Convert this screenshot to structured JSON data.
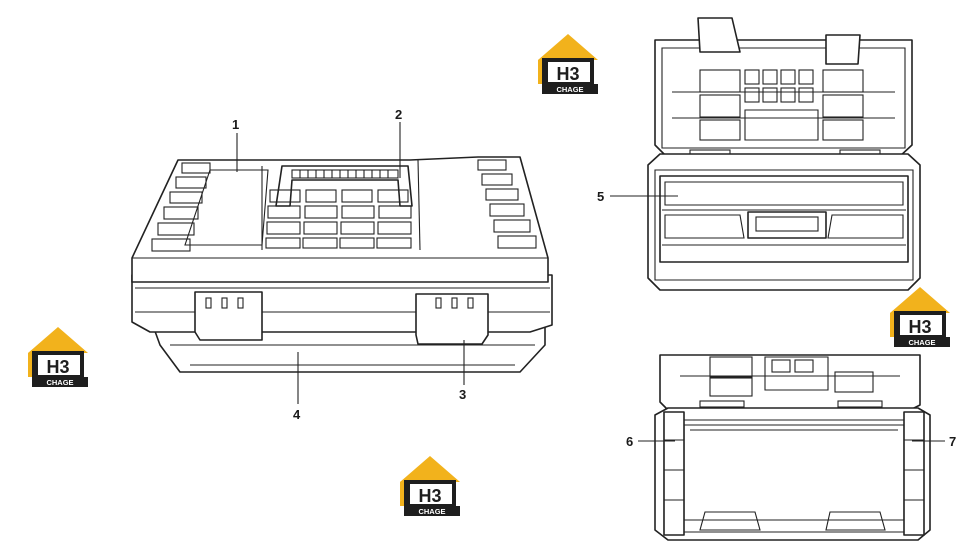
{
  "callouts": {
    "c1": "1",
    "c2": "2",
    "c3": "3",
    "c4": "4",
    "c5": "5",
    "c6": "6",
    "c7": "7"
  },
  "logo": {
    "letters": "H3",
    "caption": "CHAGE",
    "colors": {
      "roof": "#f2b21c",
      "body": "#1e1e1e",
      "letters_bg": "#ffffff"
    }
  }
}
